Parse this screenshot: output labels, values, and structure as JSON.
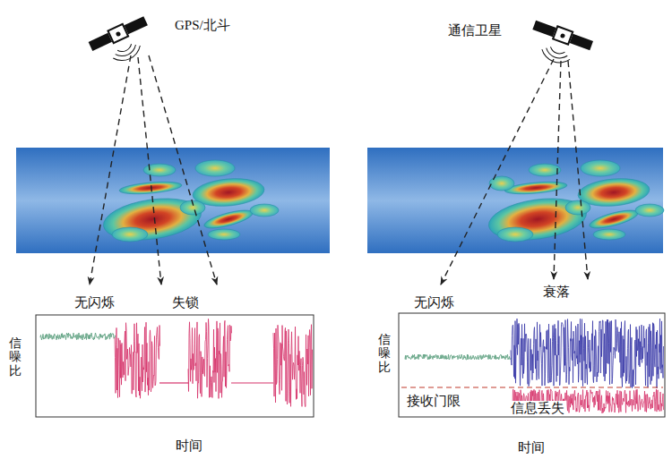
{
  "diagram": {
    "labels": [
      "GPS/北斗",
      "通信卫星",
      "无闪烁",
      "失锁",
      "无闪烁",
      "衰落",
      "信噪比",
      "时间",
      "信噪比",
      "接收门限",
      "信息丢失",
      "时间"
    ]
  }
}
